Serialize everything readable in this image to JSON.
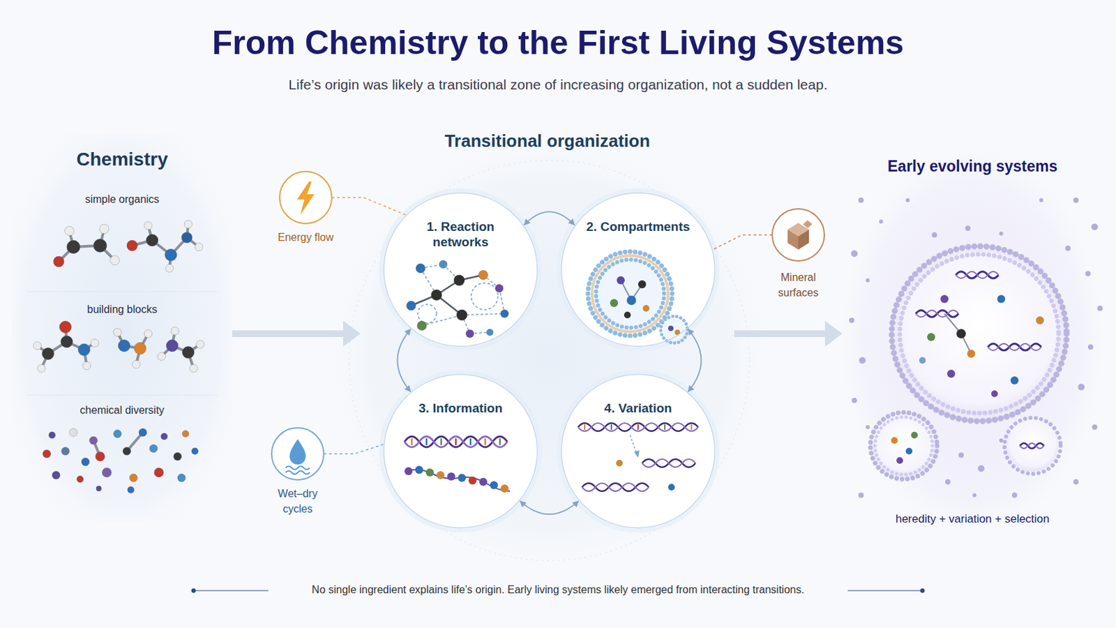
{
  "diagram": {
    "title": "From Chemistry to the First Living Systems",
    "caption": "No single ingredient explains life’s origin. Early living systems likely emerged from interacting transitions.",
    "nodes": [
      {
        "text": [
          "Chemistry",
          "simple organics",
          "building blocks",
          "chemical diversity"
        ]
      },
      {
        "text": [
          "Energy flow"
        ]
      },
      {
        "text": [
          "Wet–dry cycles"
        ]
      },
      {
        "text": [
          "Transitional organization"
        ]
      },
      {
        "text": [
          "1. Reaction networks"
        ],
        "in": 3
      },
      {
        "text": [
          "2. Compartments"
        ],
        "in": 3
      },
      {
        "text": [
          "3. Information"
        ],
        "in": 3
      },
      {
        "text": [
          "4. Variation"
        ],
        "in": 3
      },
      {
        "text": [
          "Mineral surfaces"
        ]
      },
      {
        "text": [
          "Early evolving systems",
          "heredity + variation + selection"
        ]
      }
    ],
    "edges": [
      {
        "from": 0,
        "to": 3,
        "arrow": "to"
      },
      {
        "from": 3,
        "to": 9,
        "arrow": "to"
      },
      {
        "from": 4,
        "to": 5,
        "arrow": "both"
      },
      {
        "from": 4,
        "to": 6,
        "arrow": "both"
      },
      {
        "from": 5,
        "to": 7,
        "arrow": "both"
      },
      {
        "from": 6,
        "to": 7,
        "arrow": "both"
      },
      {
        "from": 1,
        "to": 4,
        "arrow": "none"
      },
      {
        "from": 2,
        "to": 6,
        "arrow": "none"
      },
      {
        "from": 8,
        "to": 5,
        "arrow": "none"
      }
    ],
    "labels": [
      "Life’s origin was likely a transitional zone of increasing organization, not a sudden leap."
    ]
  }
}
